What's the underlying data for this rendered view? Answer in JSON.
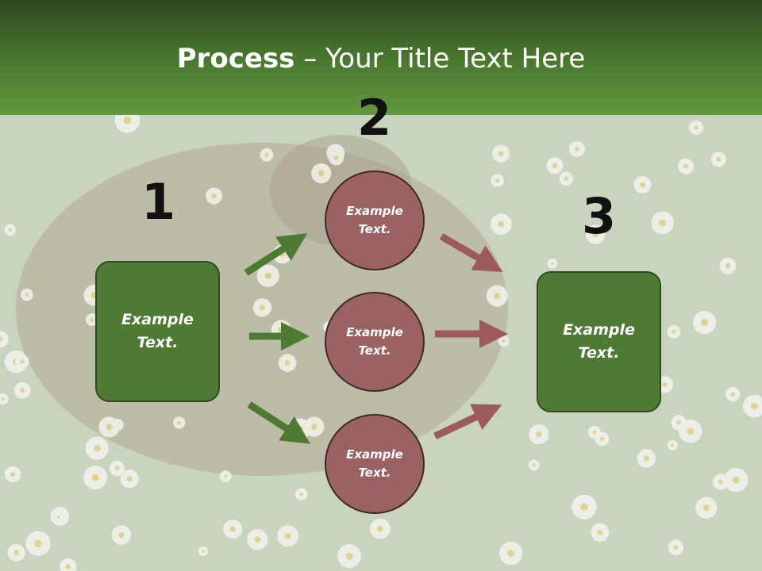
{
  "title": {
    "bold": "Process",
    "rest": " – Your Title Text Here"
  },
  "steps": {
    "n1": "1",
    "n2": "2",
    "n3": "3"
  },
  "left_box": {
    "line1": "Example",
    "line2": "Text."
  },
  "right_box": {
    "line1": "Example",
    "line2": "Text."
  },
  "circles": [
    {
      "line1": "Example",
      "line2": "Text."
    },
    {
      "line1": "Example",
      "line2": "Text."
    },
    {
      "line1": "Example",
      "line2": "Text."
    }
  ],
  "colors": {
    "green_box": "#4f7a34",
    "circle": "#9c6262",
    "green_arrow": "#4f7a34",
    "red_arrow": "#9c5a5a",
    "header": "#4b7a30"
  }
}
